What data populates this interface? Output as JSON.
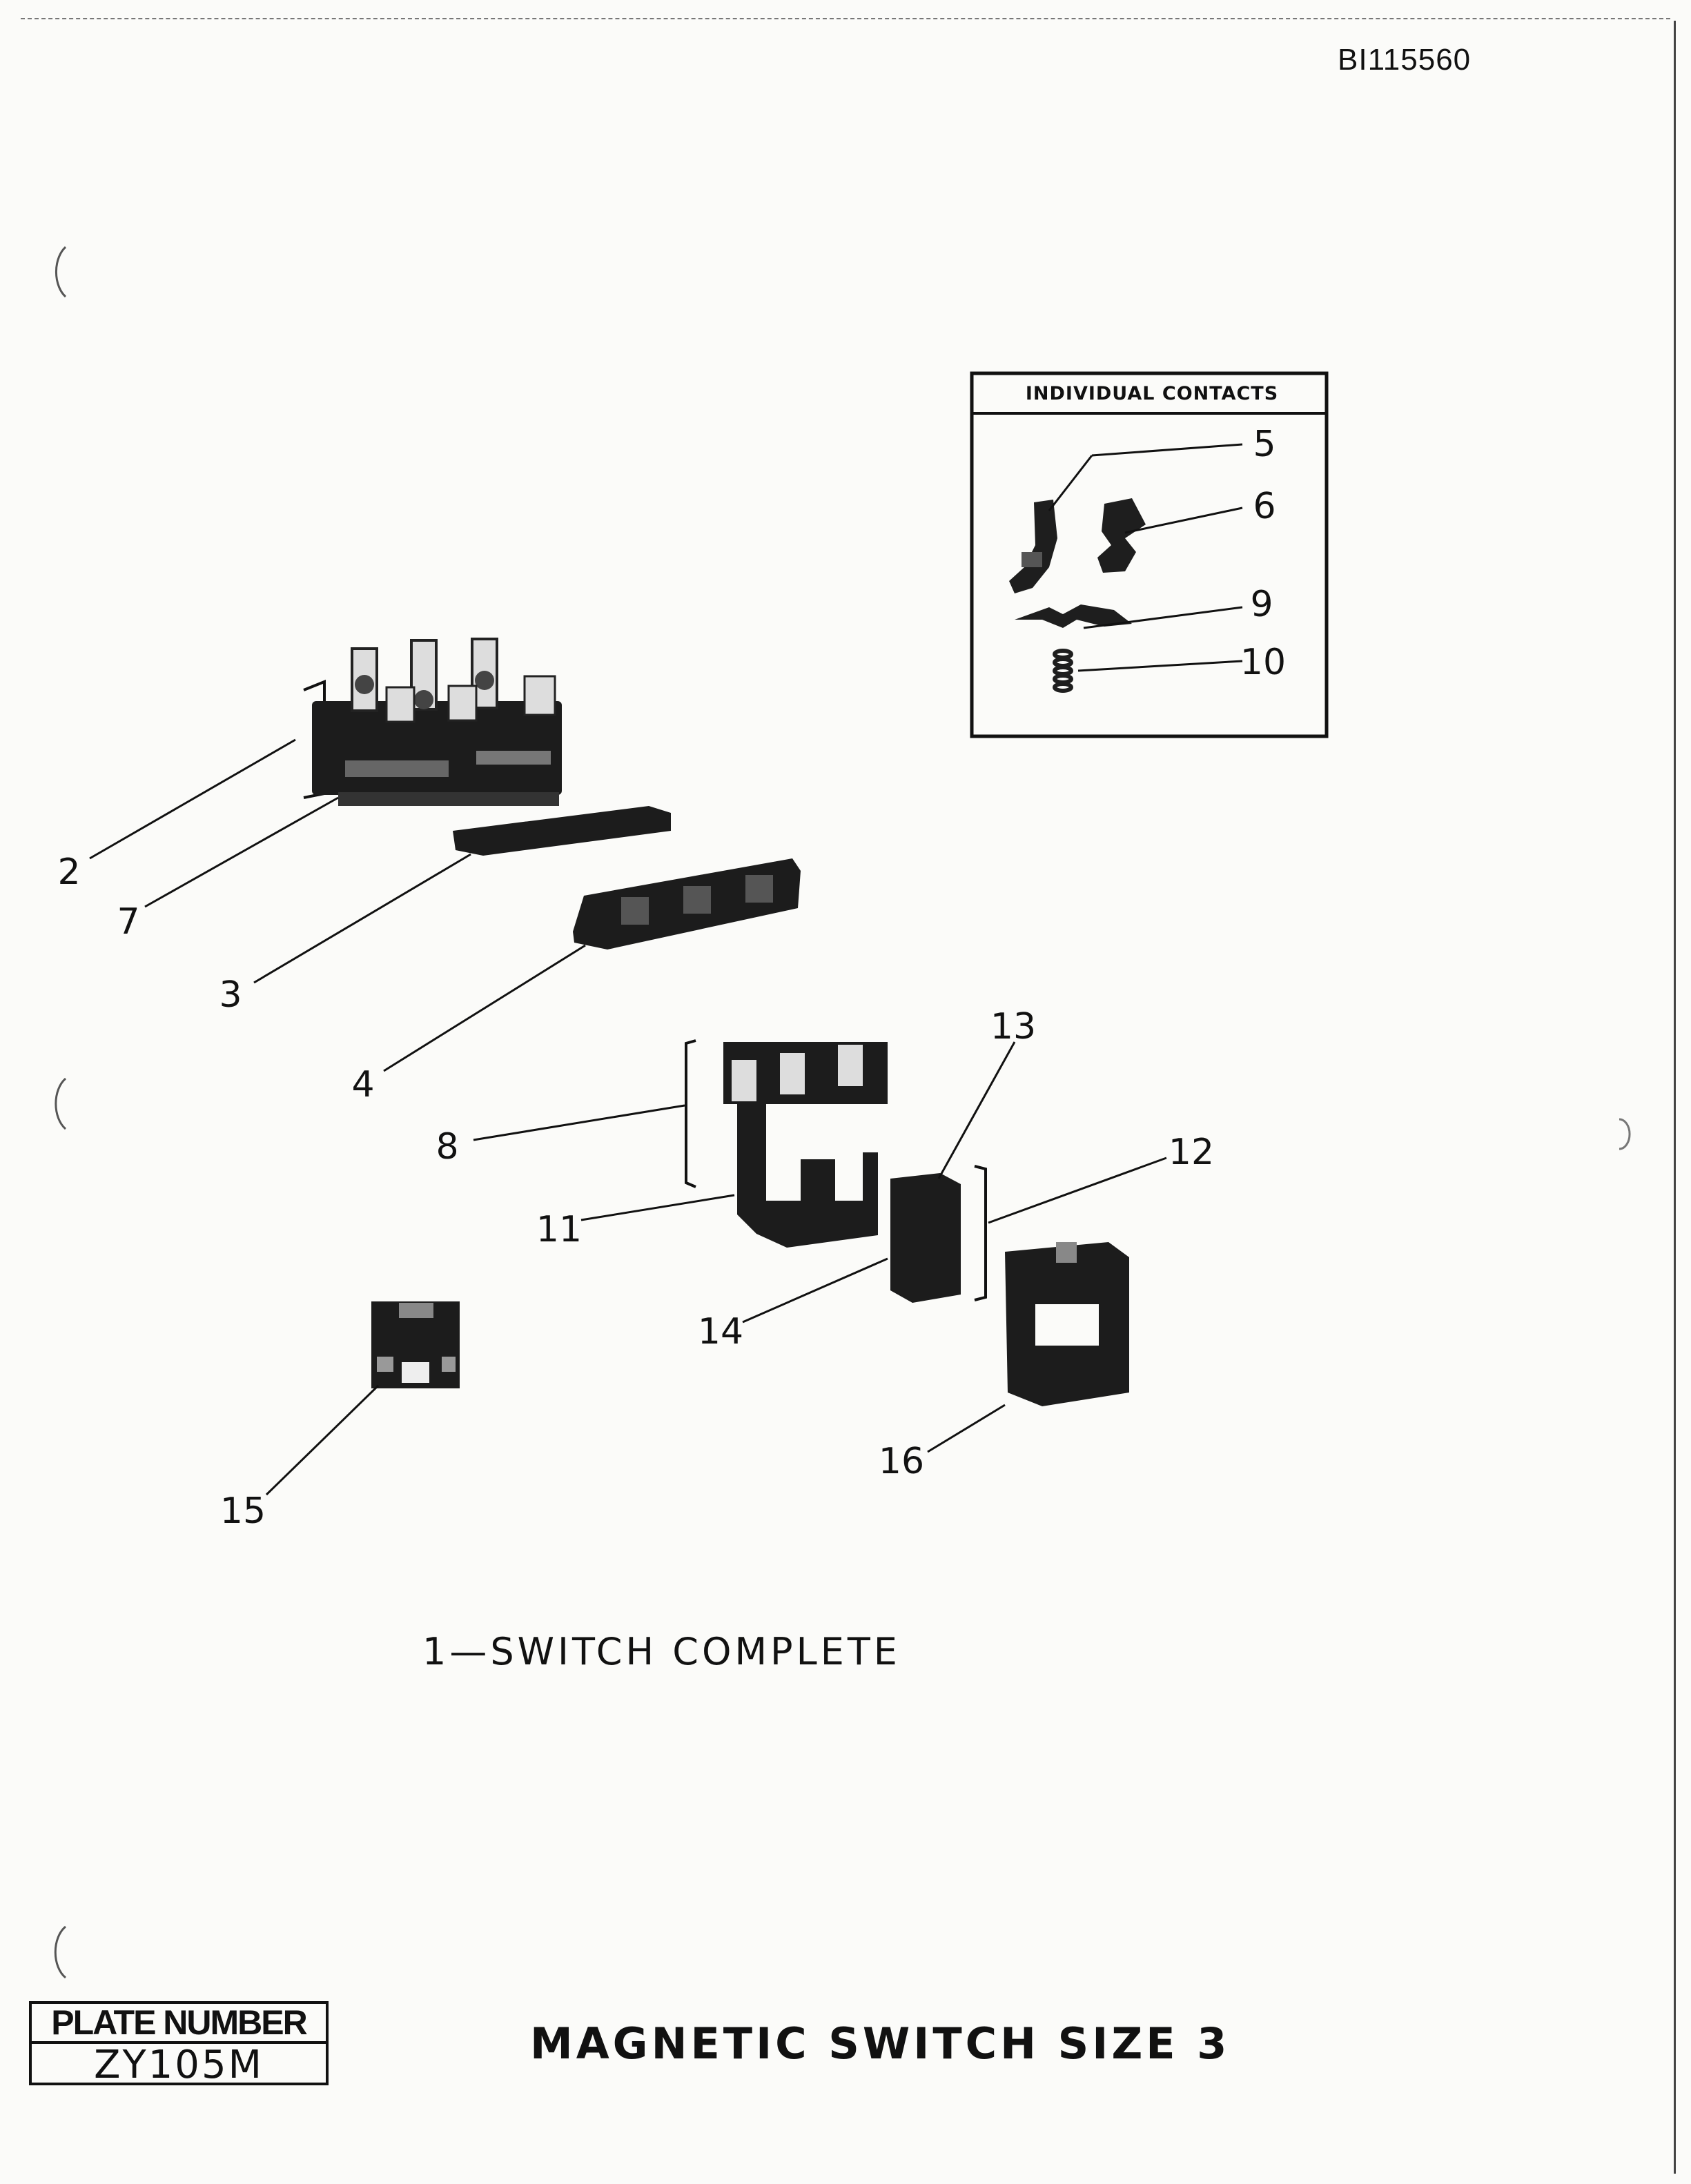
{
  "document": {
    "doc_id": "BI115560",
    "inset_title": "INDIVIDUAL CONTACTS",
    "caption": "1—SWITCH COMPLETE",
    "plate": {
      "label": "PLATE NUMBER",
      "number": "ZY105M"
    },
    "title": "MAGNETIC SWITCH SIZE 3"
  },
  "callouts": [
    "5",
    "6",
    "9",
    "10",
    "2",
    "7",
    "3",
    "4",
    "13",
    "12",
    "8",
    "11",
    "14",
    "16",
    "15"
  ],
  "icons": [
    "binder-hole-icon",
    "exploded-parts-illustration"
  ],
  "colors": {
    "ink": "#111111",
    "paper": "#fbfbf9",
    "part_fill": "#1c1c1c"
  }
}
